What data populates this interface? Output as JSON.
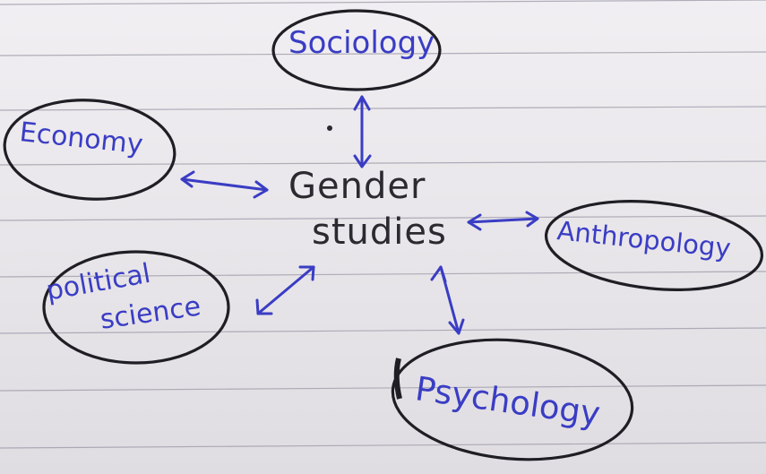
{
  "diagram": {
    "center": {
      "line1": "Gender",
      "line2": "studies"
    },
    "nodes": {
      "sociology": "Sociology",
      "economy": "Economy",
      "anthropology": "Anthropology",
      "political_line1": "political",
      "political_line2": "science",
      "psychology": "Psychology"
    },
    "colors": {
      "paper": "#e9e6eb",
      "rule_line": "#9a98a6",
      "ink_blue": "#3a3dc4",
      "ink_black": "#1e1e24"
    }
  }
}
